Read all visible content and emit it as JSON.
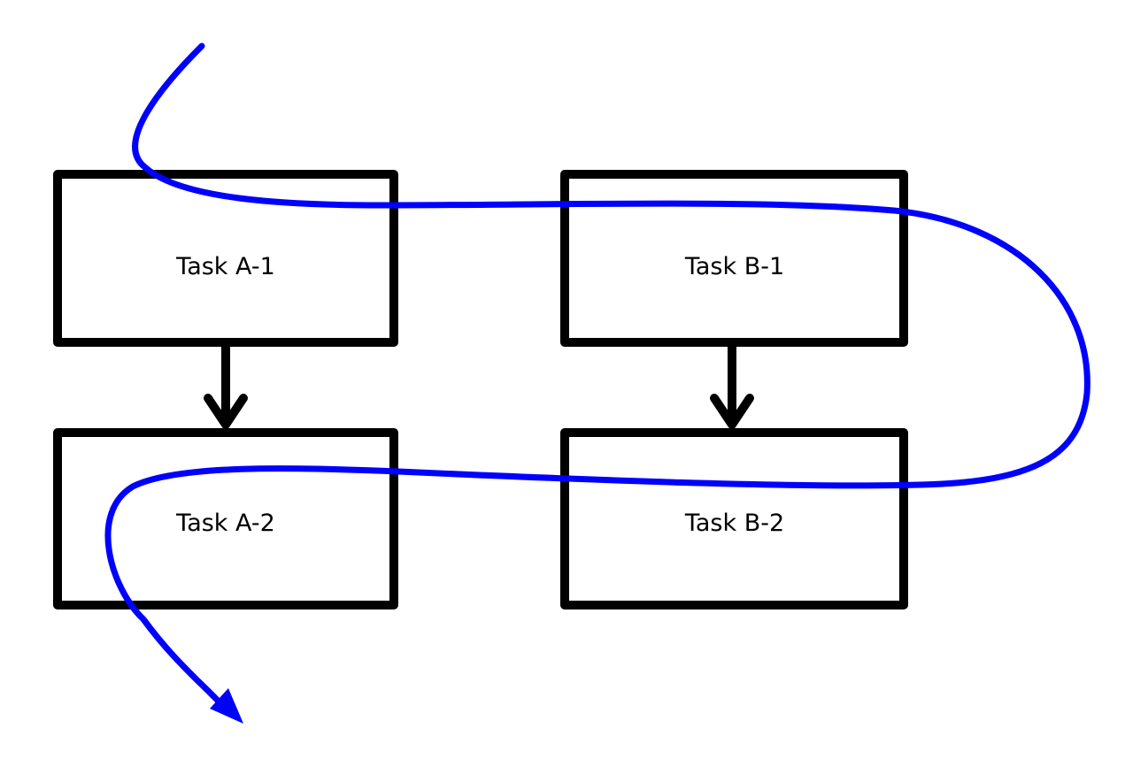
{
  "colors": {
    "box_stroke": "#000000",
    "dependency_arrow": "#000000",
    "flow": "#0000ff",
    "background": "#ffffff"
  },
  "tasks": {
    "a1": {
      "label": "Task A-1"
    },
    "a2": {
      "label": "Task A-2"
    },
    "b1": {
      "label": "Task B-1"
    },
    "b2": {
      "label": "Task B-2"
    }
  },
  "dependencies": [
    {
      "from": "Task A-1",
      "to": "Task A-2"
    },
    {
      "from": "Task B-1",
      "to": "Task B-2"
    }
  ],
  "flow": {
    "order": [
      "Task A-1",
      "Task B-1",
      "Task B-2",
      "Task A-2"
    ],
    "arrow-icon": "arrowhead-icon"
  }
}
